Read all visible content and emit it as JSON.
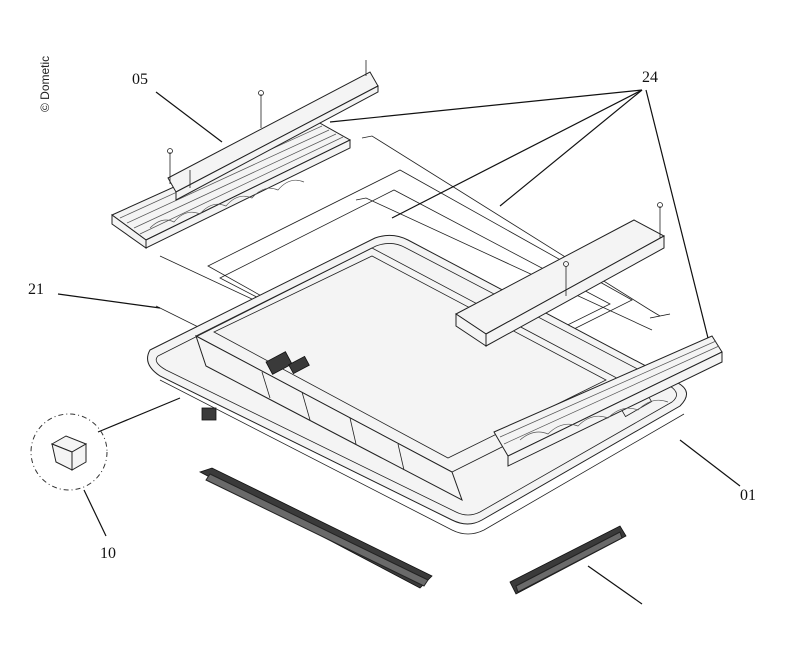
{
  "copyright": "© Dometic",
  "callouts": {
    "c05": "05",
    "c24": "24",
    "c21": "21",
    "c10": "10",
    "c01": "01"
  }
}
